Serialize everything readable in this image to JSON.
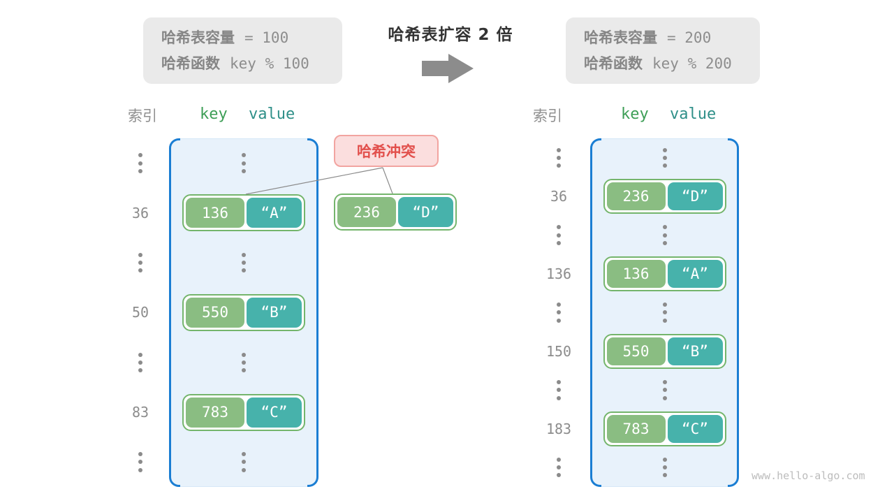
{
  "header": {
    "before_box": {
      "capacity_label": "哈希表容量",
      "capacity_code": "=  100",
      "function_label": "哈希函数",
      "function_code": "key % 100"
    },
    "title": "哈希表扩容 2 倍",
    "after_box": {
      "capacity_label": "哈希表容量",
      "capacity_code": "=  200",
      "function_label": "哈希函数",
      "function_code": "key % 200"
    }
  },
  "left_table": {
    "index_header": "索引",
    "key_header": "key",
    "value_header": "value",
    "rows": [
      {
        "type": "dots"
      },
      {
        "type": "pair",
        "index": "36",
        "key": "136",
        "value": "“A”"
      },
      {
        "type": "dots"
      },
      {
        "type": "pair",
        "index": "50",
        "key": "550",
        "value": "“B”"
      },
      {
        "type": "dots"
      },
      {
        "type": "pair",
        "index": "83",
        "key": "783",
        "value": "“C”"
      },
      {
        "type": "dots"
      }
    ]
  },
  "right_table": {
    "index_header": "索引",
    "key_header": "key",
    "value_header": "value",
    "rows": [
      {
        "type": "dots"
      },
      {
        "type": "pair",
        "index": "36",
        "key": "236",
        "value": "“D”"
      },
      {
        "type": "dots"
      },
      {
        "type": "pair",
        "index": "136",
        "key": "136",
        "value": "“A”"
      },
      {
        "type": "dots"
      },
      {
        "type": "pair",
        "index": "150",
        "key": "550",
        "value": "“B”"
      },
      {
        "type": "dots"
      },
      {
        "type": "pair",
        "index": "183",
        "key": "783",
        "value": "“C”"
      },
      {
        "type": "dots"
      }
    ]
  },
  "collision": {
    "label": "哈希冲突",
    "pair": {
      "key": "236",
      "value": "“D”"
    }
  },
  "watermark": "www.hello-algo.com",
  "colors": {
    "container_fill": "#e8f2fb",
    "container_bracket": "#1b7ed3",
    "key_box_green": "#8abd82",
    "value_box_teal": "#47b2ab",
    "pair_border_green": "#74b56c",
    "key_header_green": "#3d9e56",
    "value_header_teal": "#2e8f88",
    "collision_red": "#e2504c",
    "collision_fill": "#fbdede",
    "info_box_gray": "#eaeaea",
    "arrow_gray": "#8c8c8c"
  }
}
